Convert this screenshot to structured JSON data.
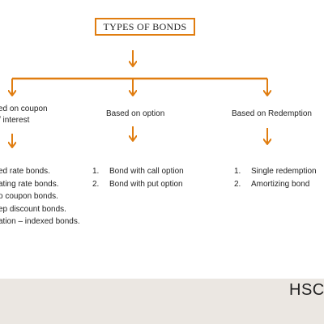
{
  "title": "TYPES OF BONDS",
  "branches": {
    "coupon": {
      "label_line1": "ed on coupon",
      "label_line2": "/ interest",
      "items": [
        "ed rate bonds.",
        "ating rate bonds.",
        "o coupon bonds.",
        "ep discount bonds.",
        "ation – indexed bonds."
      ]
    },
    "option": {
      "label": "Based on option",
      "items": [
        {
          "num": "1.",
          "text": "Bond with call option"
        },
        {
          "num": "2.",
          "text": "Bond with put option"
        }
      ]
    },
    "redemption": {
      "label": "Based on Redemption",
      "items": [
        {
          "num": "1.",
          "text": "Single redemption"
        },
        {
          "num": "2.",
          "text": "Amortizing bond"
        }
      ]
    }
  },
  "watermark": "HSC.c",
  "colors": {
    "accent": "#e07d10",
    "background": "#ebe7e2",
    "text": "#222222"
  }
}
